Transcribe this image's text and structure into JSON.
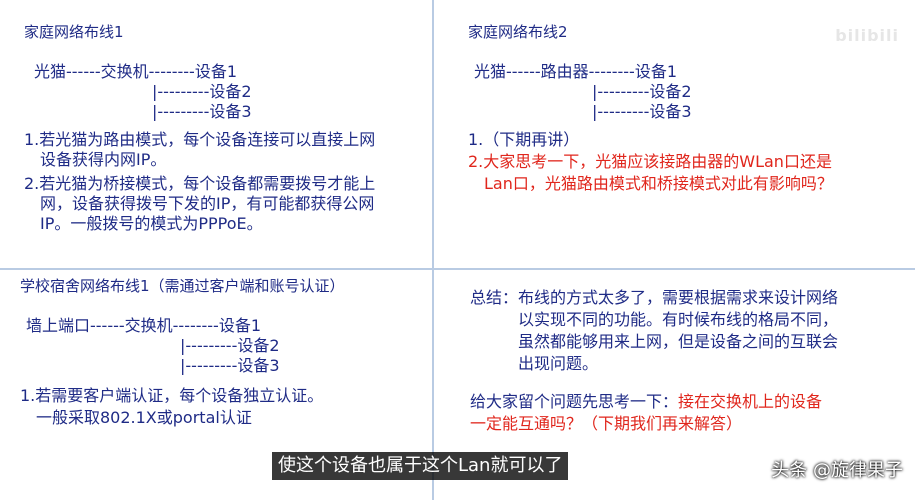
{
  "q1": {
    "title": "家庭网络布线1",
    "topology": [
      "光猫------交换机--------设备1",
      "|---------设备2",
      "|---------设备3"
    ],
    "notes": [
      "1.若光猫为路由模式，每个设备连接可以直接上网",
      "设备获得内网IP。",
      "2.若光猫为桥接模式，每个设备都需要拨号才能上",
      "网，设备获得拨号下发的IP，有可能都获得公网",
      "IP。一般拨号的模式为PPPoE。"
    ]
  },
  "q2": {
    "title": "家庭网络布线2",
    "topology": [
      "光猫------路由器--------设备1",
      "|---------设备2",
      "|---------设备3"
    ],
    "notes": [
      "1.（下期再讲）",
      "2.大家思考一下，光猫应该接路由器的WLan口还是",
      "Lan口，光猫路由模式和桥接模式对此有影响吗？"
    ]
  },
  "q3": {
    "title": "学校宿舍网络布线1（需通过客户端和账号认证）",
    "topology": [
      "墙上端口------交换机--------设备1",
      "|---------设备2",
      "|---------设备3"
    ],
    "notes": [
      "1.若需要客户端认证，每个设备独立认证。",
      "一般采取802.1X或portal认证"
    ]
  },
  "q4": {
    "summary_lines": [
      "总结：布线的方式太多了，需要根据需求来设计网络",
      "以实现不同的功能。有时候布线的格局不同，",
      "虽然都能够用来上网，但是设备之间的互联会",
      "出现问题。"
    ],
    "question_prefix": "给大家留个问题先思考一下：",
    "question_red1": "接在交换机上的设备",
    "question_red2": "一定能互通吗？（下期我们再来解答）"
  },
  "watermark": "bilibili",
  "subtitle": "使这个设备也属于这个Lan就可以了",
  "brand": "头条 @旋律果子",
  "colors": {
    "text_blue": "#1f2b86",
    "text_red": "#e0261c",
    "divider": "#b9cbe3"
  }
}
